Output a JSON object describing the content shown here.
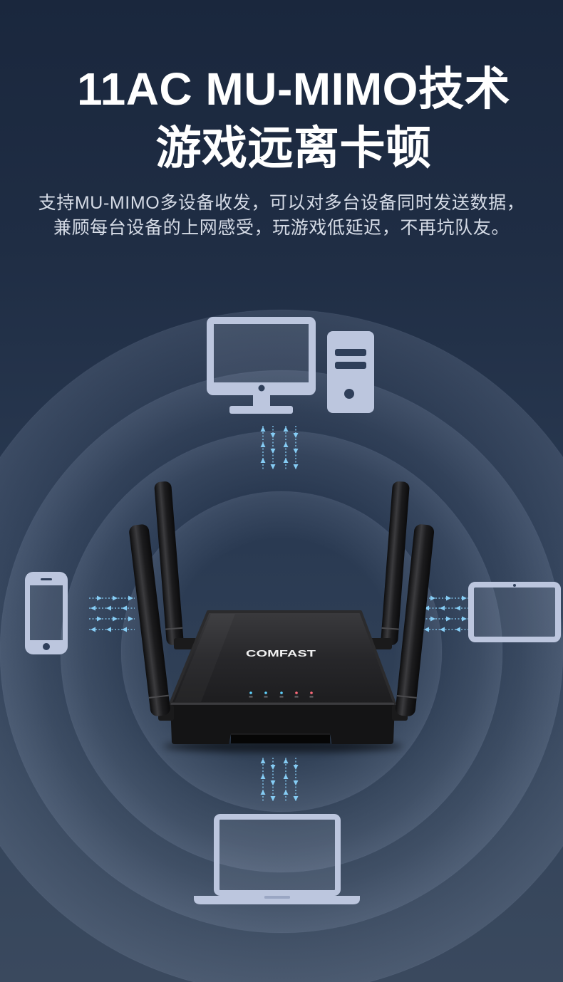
{
  "headline": {
    "line1": "11AC MU-MIMO技术",
    "line2": "游戏远离卡顿"
  },
  "description": {
    "line1": "支持MU-MIMO多设备收发，可以对多台设备同时发送数据，",
    "line2": "兼顾每台设备的上网感受，玩游戏低延迟，不再坑队友。"
  },
  "router": {
    "brand": "COMFAST"
  },
  "devices": {
    "top": [
      "desktop-monitor-icon",
      "pc-tower-icon"
    ],
    "left": "smartphone-icon",
    "right": "tablet-icon",
    "bottom": "laptop-icon"
  },
  "colors": {
    "background_top": "#1a273d",
    "background_bottom": "#3a495e",
    "headline_text": "#ffffff",
    "description_text": "#d5dbe6",
    "device_icon": "#bcc6de",
    "signal_arrow": "#86cdf5",
    "router_body": "#1f1f21"
  }
}
